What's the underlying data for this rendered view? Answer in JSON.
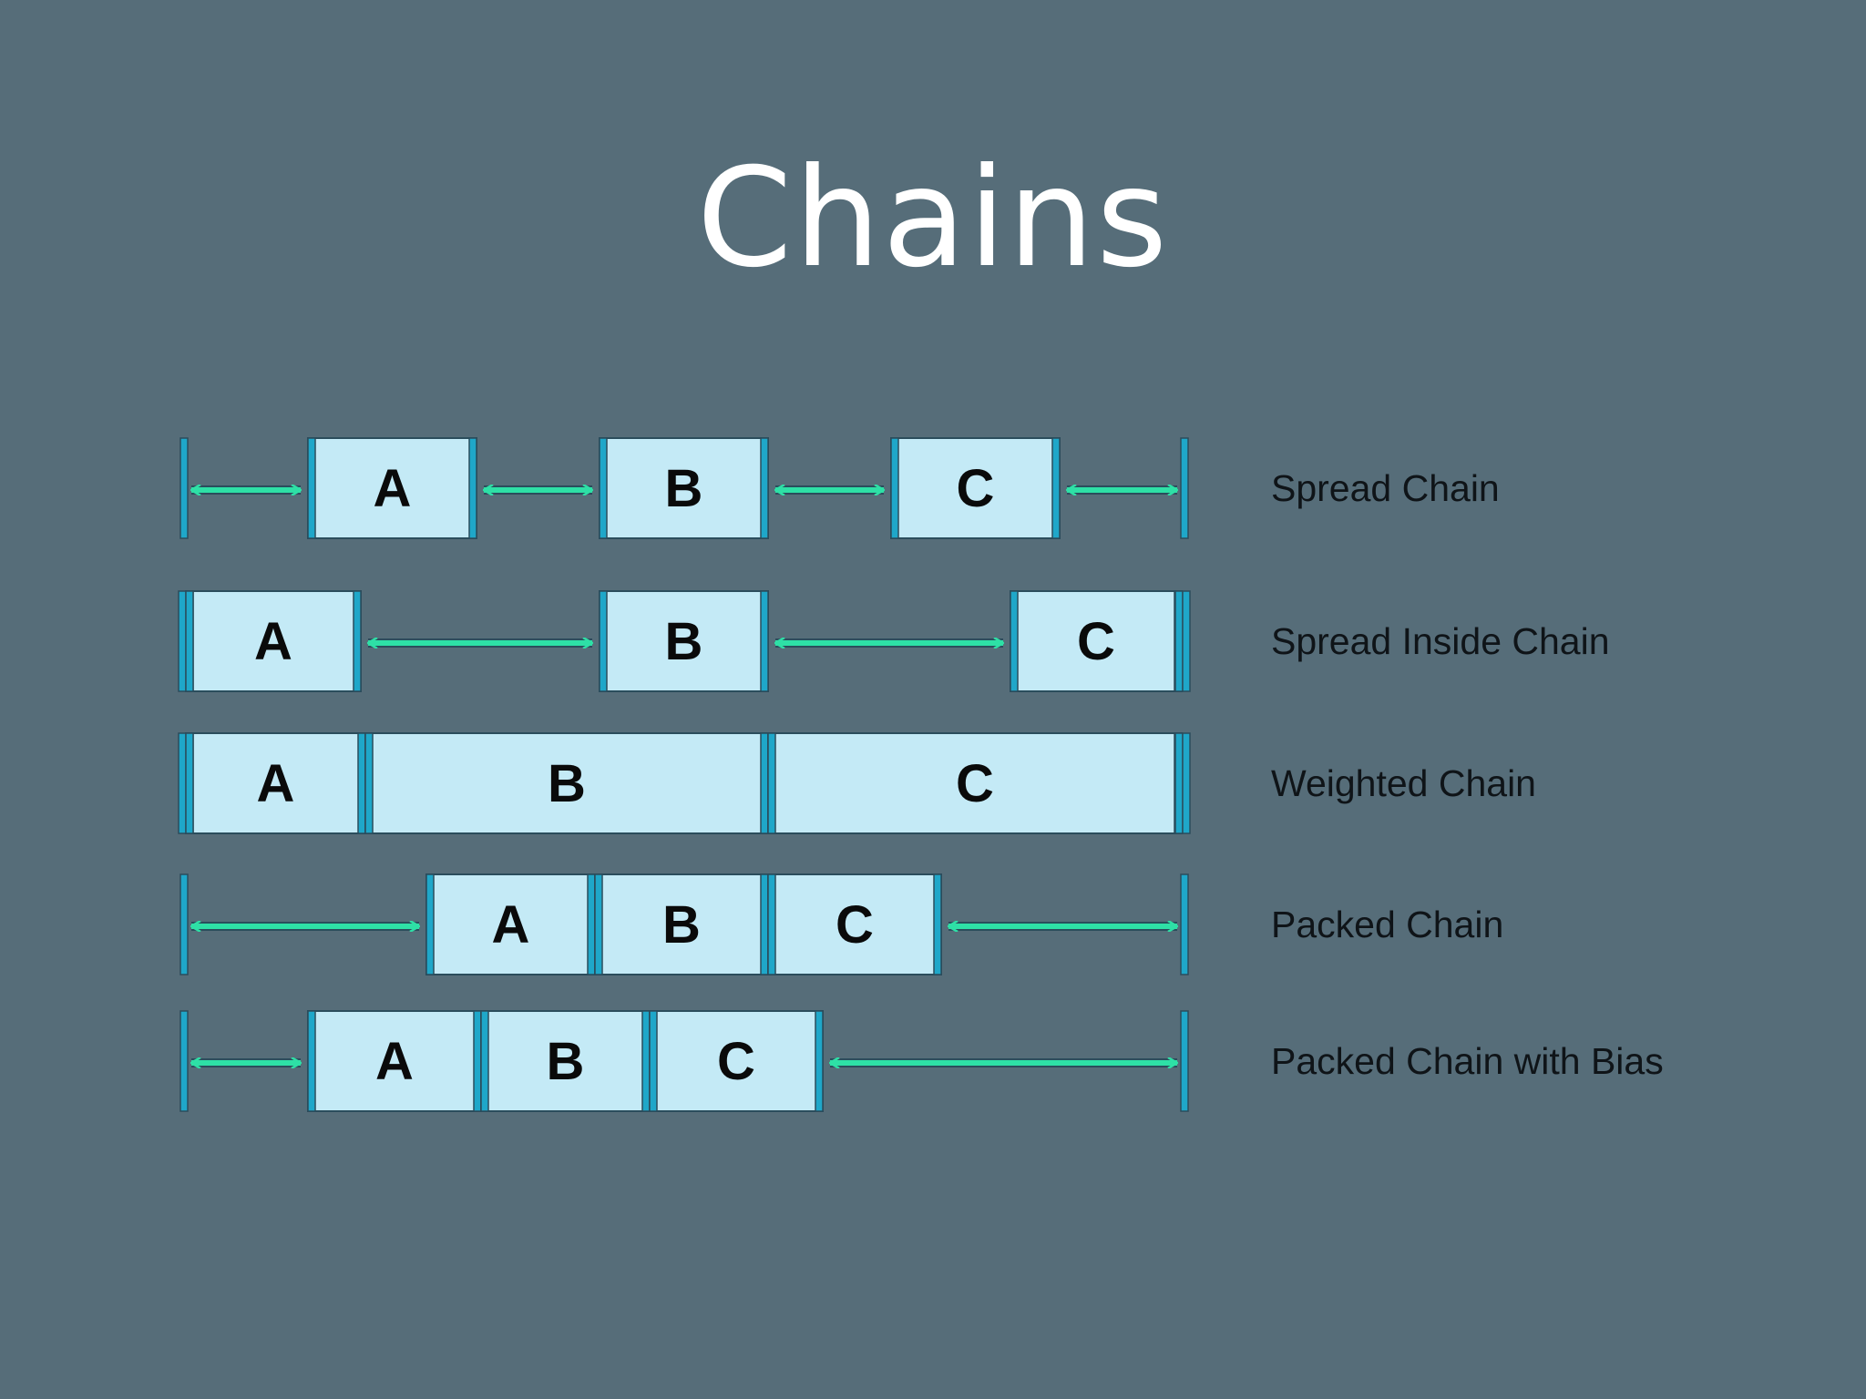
{
  "title": "Chains",
  "chains": [
    {
      "label": "Spread Chain",
      "boxes": [
        "A",
        "B",
        "C"
      ]
    },
    {
      "label": "Spread Inside Chain",
      "boxes": [
        "A",
        "B",
        "C"
      ]
    },
    {
      "label": "Weighted Chain",
      "boxes": [
        "A",
        "B",
        "C"
      ]
    },
    {
      "label": "Packed Chain",
      "boxes": [
        "A",
        "B",
        "C"
      ]
    },
    {
      "label": "Packed Chain with Bias",
      "boxes": [
        "A",
        "B",
        "C"
      ]
    }
  ],
  "colors": {
    "background": "#566d79",
    "box_fill": "#c4eaf6",
    "box_outline": "#2b4d5c",
    "anchor": "#1fa7c9",
    "arrow": "#2ee0a6"
  }
}
